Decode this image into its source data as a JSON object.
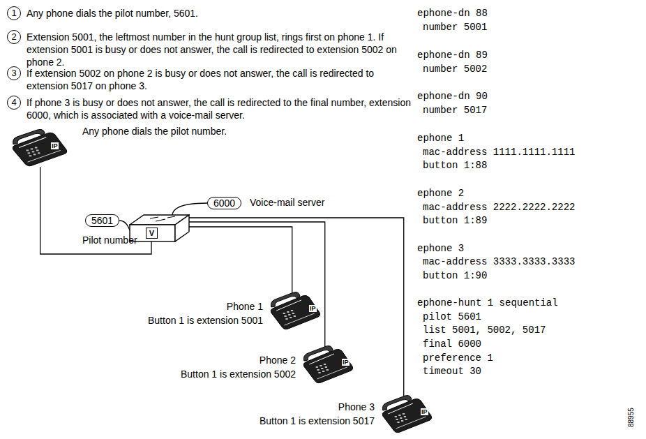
{
  "diagram": {
    "nodes": [
      {
        "text": [
          "Any phone dials the pilot number."
        ]
      },
      {
        "text": [
          "5601"
        ]
      },
      {
        "text": [
          "6000"
        ]
      },
      {
        "text": [
          "V"
        ]
      },
      {
        "text": [
          "Phone 1",
          "Button 1 is extension 5001"
        ]
      },
      {
        "text": [
          "Phone 2",
          "Button 1 is extension 5002"
        ]
      },
      {
        "text": [
          "Phone 3",
          "Button 1 is extension 5017"
        ]
      }
    ],
    "edges": [
      {
        "from": 0,
        "to": 3,
        "arrow": "none"
      },
      {
        "from": 1,
        "to": 3,
        "arrow": "none"
      },
      {
        "from": 2,
        "to": 3,
        "arrow": "none"
      },
      {
        "from": 3,
        "to": 4,
        "arrow": "none"
      },
      {
        "from": 3,
        "to": 5,
        "arrow": "none"
      },
      {
        "from": 3,
        "to": 6,
        "arrow": "none"
      }
    ],
    "labels": [
      "1",
      "Any phone dials the pilot number, 5601.",
      "2",
      "Extension 5001, the leftmost number in the hunt group list, rings first on phone 1. If extension 5001 is busy or does not answer, the call is redirected to extension 5002 on phone 2.",
      "3",
      "If extension 5002 on phone 2 is busy or does not answer, the call is redirected to extension 5017 on phone 3.",
      "4",
      "If phone 3 is busy or does not answer, the call is redirected to the final number, extension 6000, which is associated with a voice-mail server.",
      "Pilot number",
      "Voice-mail server",
      "ephone-dn 88",
      "number 5001",
      "ephone-dn 89",
      "number 5002",
      "ephone-dn 90",
      "number 5017",
      "ephone 1",
      "mac-address 1111.1111.1111",
      "button 1:88",
      "ephone 2",
      "mac-address 2222.2222.2222",
      "button 1:89",
      "ephone 3",
      "mac-address 3333.3333.3333",
      "button 1:90",
      "ephone-hunt 1 sequential",
      "pilot 5601",
      "list 5001, 5002, 5017",
      "final 6000",
      "preference 1",
      "timeout 30",
      "88955",
      "IP",
      "IP",
      "IP",
      "IP"
    ]
  }
}
